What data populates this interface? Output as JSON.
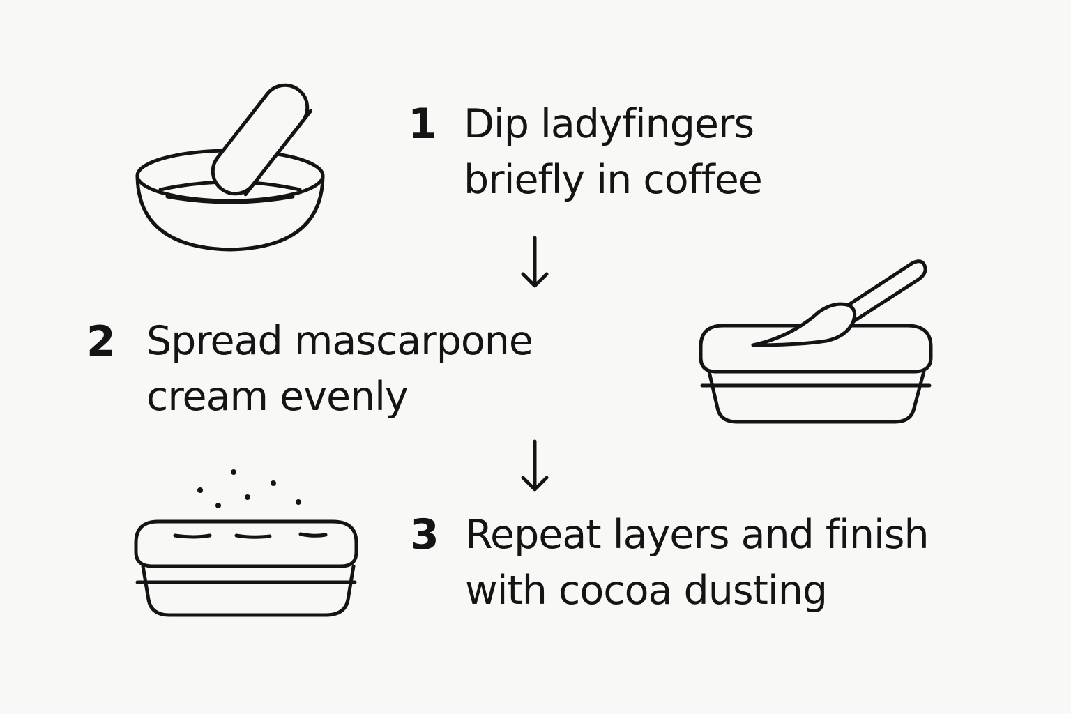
{
  "steps": [
    {
      "number": "1",
      "line1": "Dip ladyfingers",
      "line2": "briefly in coffee",
      "icon": "bowl-ladyfinger-icon"
    },
    {
      "number": "2",
      "line1": "Spread mascarpone",
      "line2": "cream evenly",
      "icon": "dish-spatula-icon"
    },
    {
      "number": "3",
      "line1": "Repeat layers and finish",
      "line2": "with cocoa dusting",
      "icon": "dish-cocoa-icon"
    }
  ],
  "arrow_icon": "down-arrow-icon",
  "colors": {
    "background": "#f8f8f6",
    "ink": "#141414"
  }
}
